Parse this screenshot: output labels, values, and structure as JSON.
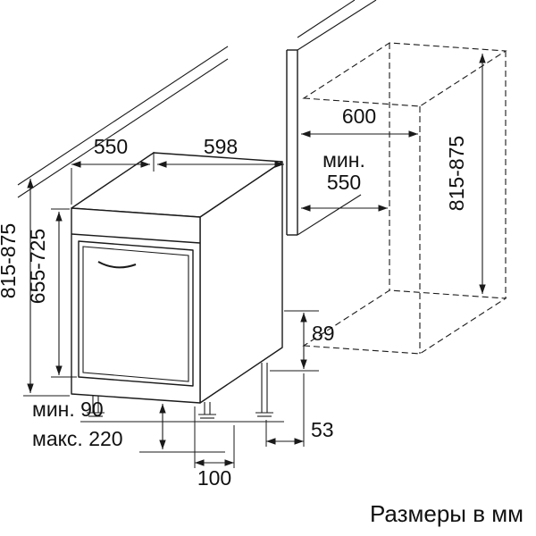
{
  "caption": "Размеры в мм",
  "colors": {
    "line": "#1a1a1a",
    "text": "#111111",
    "background": "#ffffff"
  },
  "labels": {
    "depth_top": "550",
    "width_top": "598",
    "niche_width": "600",
    "niche_depth_min_word": "мин.",
    "niche_depth_min_value": "550",
    "appliance_height": "815-875",
    "door_height": "655-725",
    "niche_height": "815-875",
    "rear_foot_offset": "89",
    "rear_foot_side_offset": "53",
    "front_foot_offset": "100",
    "plinth_min": "мин. 90",
    "plinth_max": "макс. 220"
  }
}
